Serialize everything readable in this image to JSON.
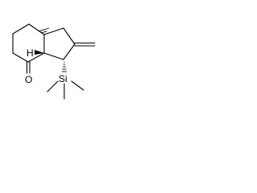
{
  "structure": {
    "atom_labels": {
      "oxygen": "O",
      "ring_fusion_h": "H",
      "silicon": "Si"
    }
  },
  "colors": {
    "bond": "#000000",
    "background": "#ffffff"
  }
}
